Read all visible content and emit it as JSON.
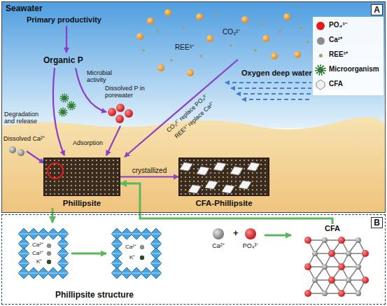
{
  "diagram": {
    "nodes": [
      {
        "text": [
          "A"
        ]
      },
      {
        "text": [
          "Phillipsite"
        ],
        "in": 0
      },
      {
        "text": [
          "CFA-Phillipsite"
        ],
        "in": 0
      },
      {
        "text": [
          "B"
        ]
      },
      {
        "text": [
          "Phillipsite structure"
        ],
        "in": 3
      },
      {
        "text": [
          "CFA"
        ],
        "in": 3
      }
    ],
    "edges": [
      {
        "from": 1,
        "to": 2,
        "arrow": "to",
        "label": "crystallized"
      },
      {
        "from": 1,
        "to": 4,
        "arrow": "to"
      },
      {
        "from": 5,
        "to": 1,
        "arrow": "to"
      }
    ],
    "labels": [
      "Seawater",
      "Primary productivity",
      "Organic P",
      "Microbial activity",
      "Degradation and release",
      "Dissolved P in porewater",
      "Dissolved Ca²⁺",
      "Adsorption",
      "CO₃²⁻ replace PO₄³⁻",
      "REE³⁺ replace Ca²⁺",
      "CO₃²⁻",
      "REE³⁺",
      "Oxygen deep water",
      "Ca²⁺",
      "Ca²⁺",
      "K⁺",
      "Ca²⁺",
      "K⁺",
      "Ca²⁺",
      "+",
      "PO₄³⁻"
    ],
    "legend": [
      {
        "text": "PO₄³⁻",
        "color": "#e31a1c"
      },
      {
        "text": "Ca²⁺",
        "color": "#8c8c8c"
      },
      {
        "text": "REE³⁺",
        "color": "#9fa060"
      },
      {
        "text": "Microorganism"
      },
      {
        "text": "CFA"
      }
    ]
  }
}
